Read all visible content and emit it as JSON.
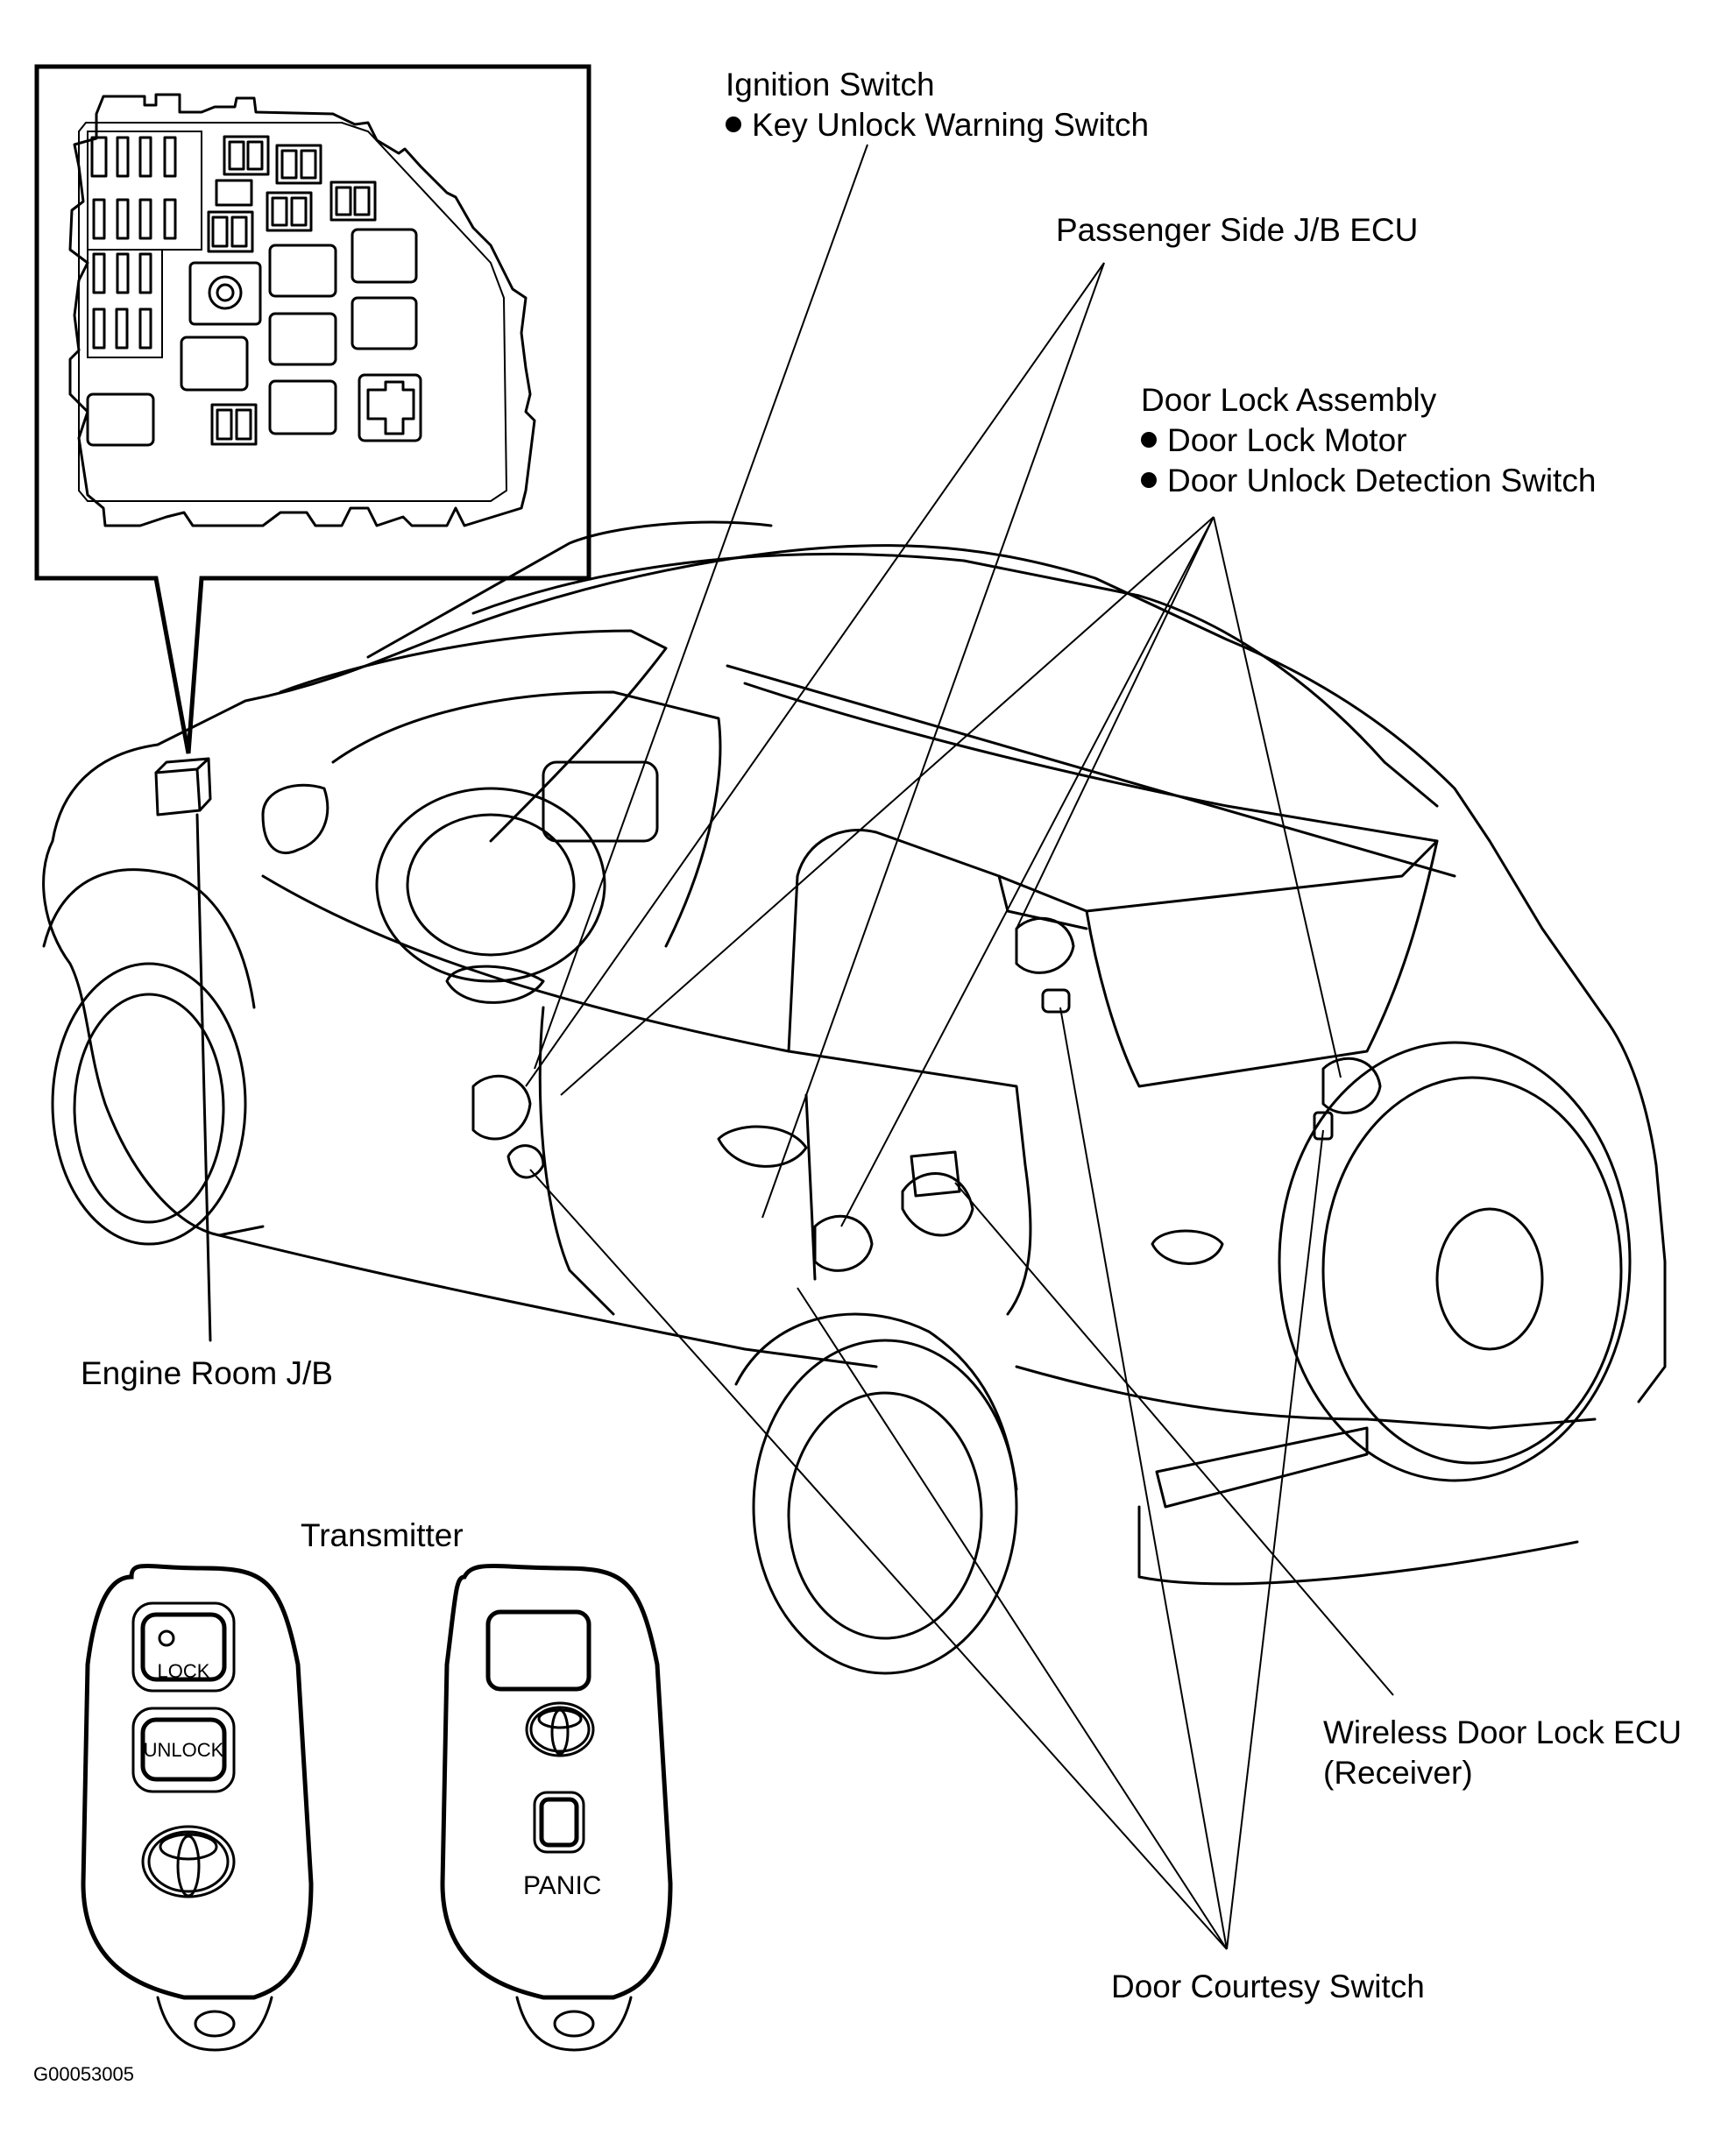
{
  "figure_code": "G00053005",
  "labels": {
    "ignition_switch": {
      "title": "Ignition Switch",
      "items": [
        "Key Unlock Warning Switch"
      ]
    },
    "passenger_side_jb_ecu": {
      "title": "Passenger Side J/B ECU"
    },
    "door_lock_assembly": {
      "title": "Door Lock Assembly",
      "items": [
        "Door Lock Motor",
        "Door Unlock Detection Switch"
      ]
    },
    "engine_room_jb": {
      "title": "Engine Room J/B"
    },
    "wireless_door_lock_ecu": {
      "title": "Wireless Door Lock ECU",
      "subtitle": "(Receiver)"
    },
    "door_courtesy_switch": {
      "title": "Door Courtesy Switch"
    },
    "transmitter": {
      "title": "Transmitter",
      "front_buttons": [
        "LOCK",
        "UNLOCK"
      ],
      "back_buttons": [
        "PANIC"
      ]
    }
  }
}
